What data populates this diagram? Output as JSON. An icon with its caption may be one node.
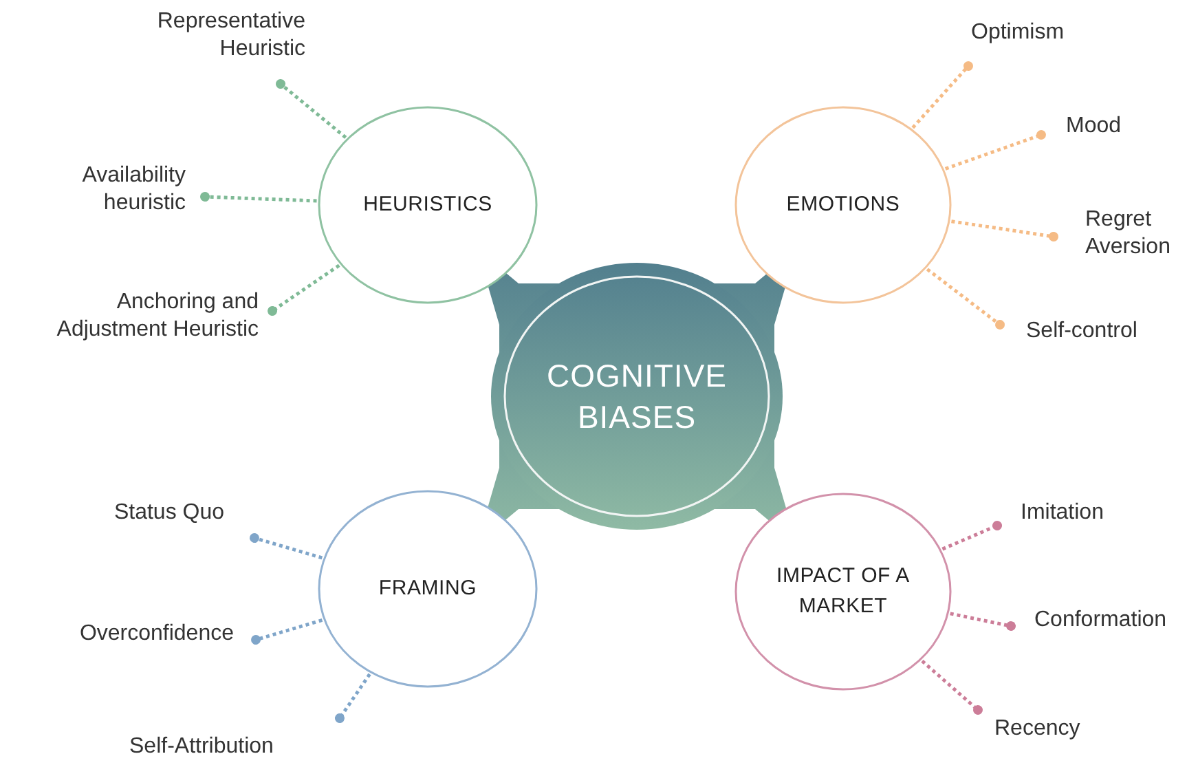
{
  "diagram": {
    "nodes": [
      {
        "text": [
          "COGNITIVE BIASES"
        ]
      },
      {
        "text": [
          "HEURISTICS"
        ]
      },
      {
        "text": [
          "Representative Heuristic"
        ]
      },
      {
        "text": [
          "Availability heuristic"
        ]
      },
      {
        "text": [
          "Anchoring and Adjustment Heuristic"
        ]
      },
      {
        "text": [
          "EMOTIONS"
        ]
      },
      {
        "text": [
          "Optimism"
        ]
      },
      {
        "text": [
          "Mood"
        ]
      },
      {
        "text": [
          "Regret Aversion"
        ]
      },
      {
        "text": [
          "Self-control"
        ]
      },
      {
        "text": [
          "FRAMING"
        ]
      },
      {
        "text": [
          "Status Quo"
        ]
      },
      {
        "text": [
          "Overconfidence"
        ]
      },
      {
        "text": [
          "Self-Attribution"
        ]
      },
      {
        "text": [
          "IMPACT OF A MARKET"
        ]
      },
      {
        "text": [
          "Imitation"
        ]
      },
      {
        "text": [
          "Conformation"
        ]
      },
      {
        "text": [
          "Recency"
        ]
      }
    ],
    "edges": [
      {
        "from": 1,
        "to": 2,
        "arrow": "other",
        "style": "dashed",
        "color": "#7fba96"
      },
      {
        "from": 1,
        "to": 3,
        "arrow": "other",
        "style": "dashed",
        "color": "#7fba96"
      },
      {
        "from": 1,
        "to": 4,
        "arrow": "other",
        "style": "dashed",
        "color": "#7fba96"
      },
      {
        "from": 5,
        "to": 6,
        "arrow": "other",
        "style": "dashed",
        "color": "#f5bb85"
      },
      {
        "from": 5,
        "to": 7,
        "arrow": "other",
        "style": "dashed",
        "color": "#f5bb85"
      },
      {
        "from": 5,
        "to": 8,
        "arrow": "other",
        "style": "dashed",
        "color": "#f5bb85"
      },
      {
        "from": 5,
        "to": 9,
        "arrow": "other",
        "style": "dashed",
        "color": "#f5bb85"
      },
      {
        "from": 10,
        "to": 11,
        "arrow": "other",
        "style": "dashed",
        "color": "#7fa5c9"
      },
      {
        "from": 10,
        "to": 12,
        "arrow": "other",
        "style": "dashed",
        "color": "#7fa5c9"
      },
      {
        "from": 10,
        "to": 13,
        "arrow": "other",
        "style": "dashed",
        "color": "#7fa5c9"
      },
      {
        "from": 14,
        "to": 15,
        "arrow": "other",
        "style": "dashed",
        "color": "#cc7d98"
      },
      {
        "from": 14,
        "to": 16,
        "arrow": "other",
        "style": "dashed",
        "color": "#cc7d98"
      },
      {
        "from": 14,
        "to": 17,
        "arrow": "other",
        "style": "dashed",
        "color": "#cc7d98"
      }
    ]
  }
}
